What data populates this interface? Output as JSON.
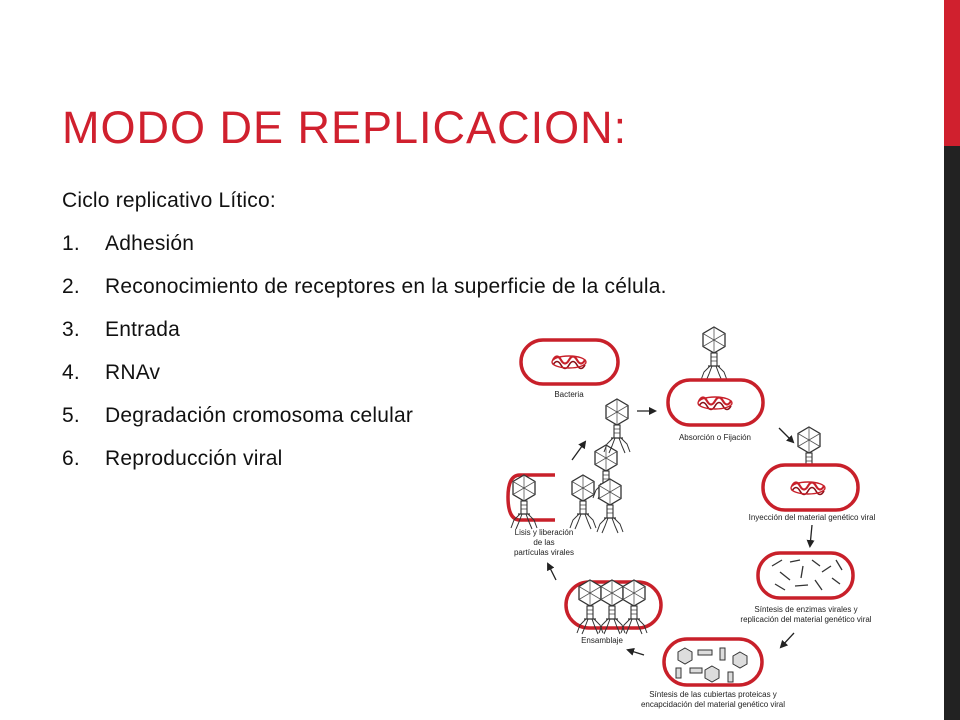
{
  "colors": {
    "accent": "#d0202e",
    "bar_dark": "#222222",
    "cell": "#c8202a"
  },
  "title": "MODO DE REPLICACION:",
  "intro": "Ciclo replicativo Lítico:",
  "steps": [
    {
      "num": "1.",
      "text": "Adhesión"
    },
    {
      "num": "2.",
      "text": "Reconocimiento de receptores en la superficie de la célula."
    },
    {
      "num": "3.",
      "text": "Entrada"
    },
    {
      "num": "4.",
      "text": "RNAv"
    },
    {
      "num": "5.",
      "text": "Degradación cromosoma celular"
    },
    {
      "num": "6.",
      "text": "Reproducción viral"
    }
  ],
  "diagram": {
    "bacteria": "Bacteria",
    "absorcion": "Absorción o Fijación",
    "inyeccion": "Inyección del material genético viral",
    "sintesis_enzimas": [
      "Síntesis de enzimas virales y",
      "replicación del material genético viral"
    ],
    "sintesis_cubiertas": [
      "Síntesis de las cubiertas proteicas y",
      "encapcidación del material genético viral"
    ],
    "ensamblaje": "Ensamblaje",
    "lisis": [
      "Lisis y liberación",
      "de las",
      "partículas virales"
    ]
  }
}
